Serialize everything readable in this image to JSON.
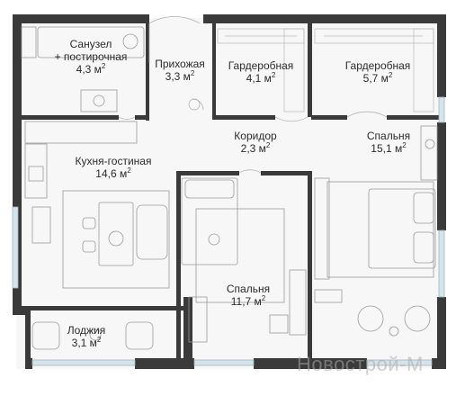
{
  "rooms": [
    {
      "name": "Санузел",
      "name2": "+ постирочная",
      "area": "4,3 м",
      "unit_exp": "2"
    },
    {
      "name": "Прихожая",
      "area": "3,3 м",
      "unit_exp": "2"
    },
    {
      "name": "Гардеробная",
      "area": "4,1 м",
      "unit_exp": "2"
    },
    {
      "name": "Гардеробная",
      "area": "5,7 м",
      "unit_exp": "2"
    },
    {
      "name": "Коридор",
      "area": "2,3 м",
      "unit_exp": "2"
    },
    {
      "name": "Спальня",
      "area": "15,1 м",
      "unit_exp": "2"
    },
    {
      "name": "Кухня-гостиная",
      "area": "14,6 м",
      "unit_exp": "2"
    },
    {
      "name": "Спальня",
      "area": "11,7 м",
      "unit_exp": "2"
    },
    {
      "name": "Лоджия",
      "area": "3,1 м",
      "unit_exp": "2"
    }
  ],
  "watermark": "Новострой-М",
  "colors": {
    "wall": "#3a3a3a",
    "floor": "#f6f6f6",
    "line": "#b5b5b5",
    "window": "#c9dde6"
  }
}
